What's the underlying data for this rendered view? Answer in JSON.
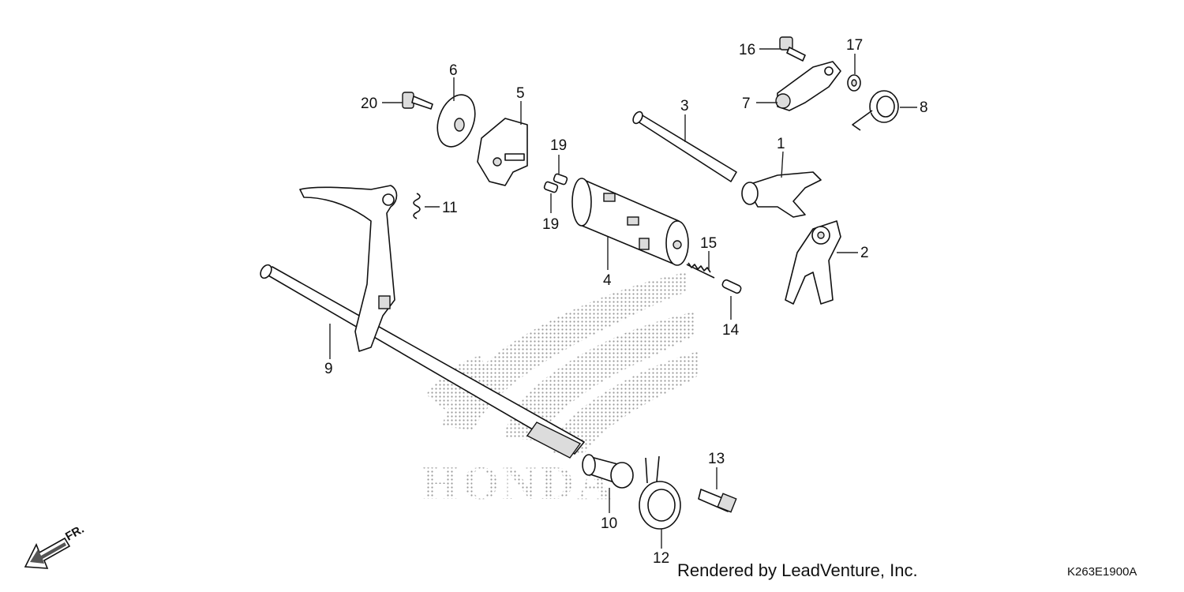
{
  "diagram": {
    "callouts": [
      {
        "id": "1",
        "label": "1"
      },
      {
        "id": "2",
        "label": "2"
      },
      {
        "id": "3",
        "label": "3"
      },
      {
        "id": "4",
        "label": "4"
      },
      {
        "id": "5",
        "label": "5"
      },
      {
        "id": "6",
        "label": "6"
      },
      {
        "id": "7",
        "label": "7"
      },
      {
        "id": "8",
        "label": "8"
      },
      {
        "id": "9",
        "label": "9"
      },
      {
        "id": "10",
        "label": "10"
      },
      {
        "id": "11",
        "label": "11"
      },
      {
        "id": "12",
        "label": "12"
      },
      {
        "id": "13",
        "label": "13"
      },
      {
        "id": "14",
        "label": "14"
      },
      {
        "id": "15",
        "label": "15"
      },
      {
        "id": "16",
        "label": "16"
      },
      {
        "id": "17",
        "label": "17"
      },
      {
        "id": "19a",
        "label": "19"
      },
      {
        "id": "19b",
        "label": "19"
      },
      {
        "id": "20",
        "label": "20"
      }
    ],
    "watermark_text": "HONDA",
    "direction_label": "FR.",
    "credit": "Rendered by LeadVenture, Inc.",
    "code": "K263E1900A"
  }
}
